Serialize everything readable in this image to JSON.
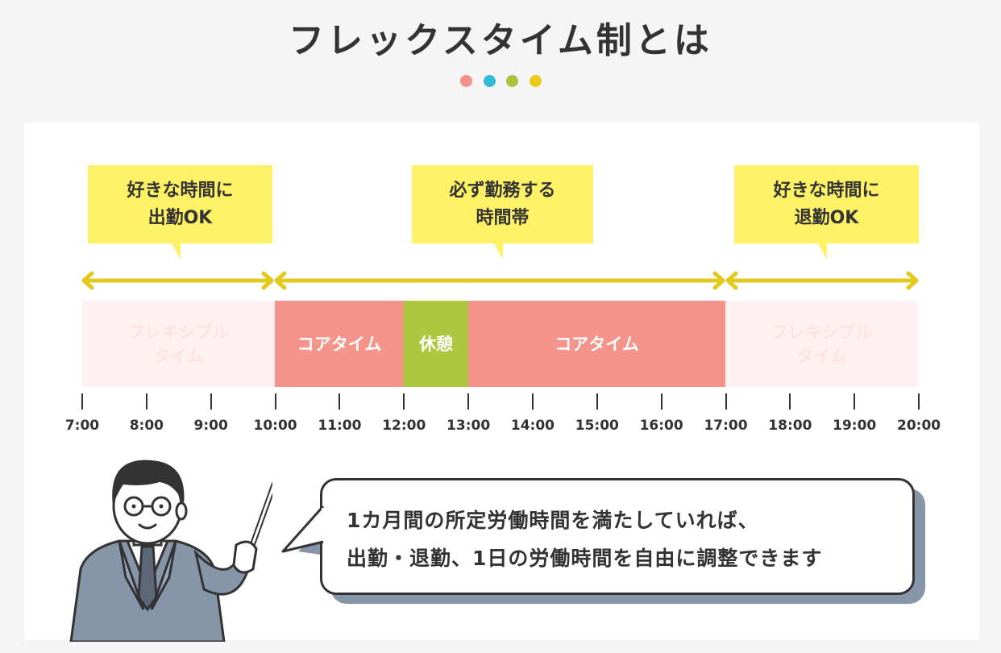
{
  "title": "フレックスタイム制とは",
  "dots": [
    {
      "color": "#f4908a"
    },
    {
      "color": "#2ebcd6"
    },
    {
      "color": "#a8c43c"
    },
    {
      "color": "#e9cc1b"
    }
  ],
  "callouts": [
    {
      "text": "好きな時間に\n出勤OK"
    },
    {
      "text": "必ず勤務する\n時間帯"
    },
    {
      "text": "好きな時間に\n退勤OK"
    }
  ],
  "segments": [
    {
      "label": "フレキシブル\nタイム",
      "start": "7:00",
      "end": "10:00",
      "kind": "flexible"
    },
    {
      "label": "コアタイム",
      "start": "10:00",
      "end": "12:00",
      "kind": "core"
    },
    {
      "label": "休憩",
      "start": "12:00",
      "end": "13:00",
      "kind": "break"
    },
    {
      "label": "コアタイム",
      "start": "13:00",
      "end": "17:00",
      "kind": "core"
    },
    {
      "label": "フレキシブル\nタイム",
      "start": "17:00",
      "end": "20:00",
      "kind": "flexible"
    }
  ],
  "timeline": [
    "7:00",
    "8:00",
    "9:00",
    "10:00",
    "11:00",
    "12:00",
    "13:00",
    "14:00",
    "15:00",
    "16:00",
    "17:00",
    "18:00",
    "19:00",
    "20:00"
  ],
  "speech": {
    "line1": "1カ月間の所定労働時間を満たしていれば、",
    "line2": "出勤・退勤、1日の労働時間を自由に調整できます"
  },
  "colors": {
    "flexible": "#fff1f1",
    "core": "#f5948a",
    "break": "#aec741",
    "callout": "#fdf165",
    "arrow": "#e3c81d"
  }
}
